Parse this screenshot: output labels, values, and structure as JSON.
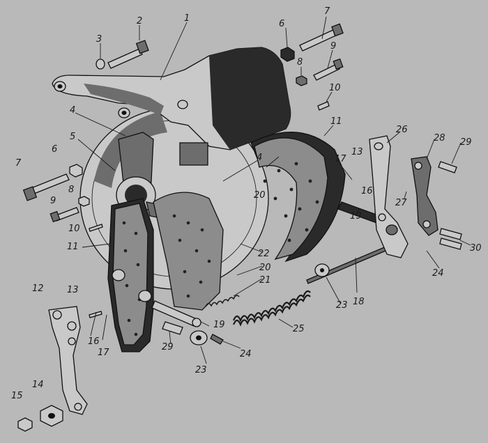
{
  "diagram": {
    "background_color": "#b9b9b9",
    "ink_color": "#1a1a1a",
    "callouts": [
      "1",
      "2",
      "3",
      "4",
      "4",
      "5",
      "6",
      "6",
      "7",
      "7",
      "8",
      "8",
      "9",
      "9",
      "10",
      "10",
      "11",
      "11",
      "12",
      "13",
      "13",
      "14",
      "15",
      "16",
      "16",
      "17",
      "17",
      "18",
      "19",
      "19",
      "20",
      "20",
      "21",
      "22",
      "23",
      "23",
      "24",
      "24",
      "25",
      "26",
      "27",
      "28",
      "29",
      "29",
      "30"
    ]
  }
}
